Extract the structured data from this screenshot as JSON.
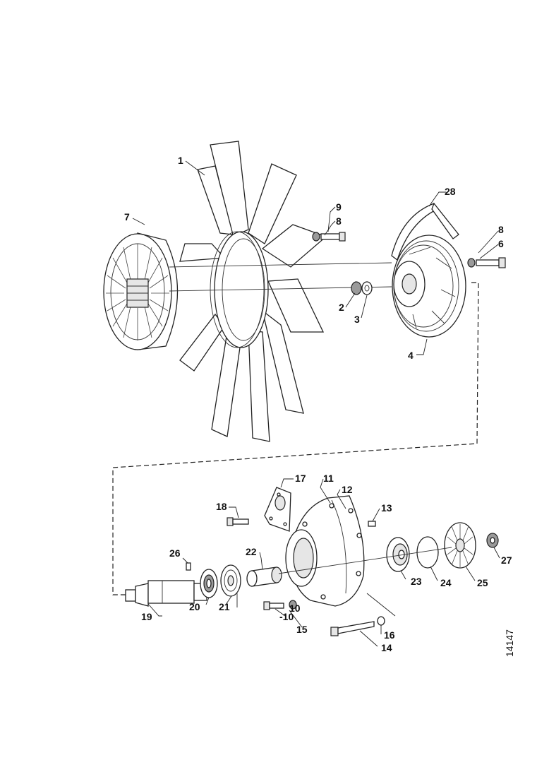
{
  "callouts": {
    "c1": "1",
    "c28": "28",
    "c7": "7",
    "c9": "9",
    "c8a": "8",
    "c8b": "8",
    "c6": "6",
    "c2": "2",
    "c3": "3",
    "c4": "4",
    "c17": "17",
    "c11": "11",
    "c12": "12",
    "c13": "13",
    "c18": "18",
    "c26": "26",
    "c22": "22",
    "c23": "23",
    "c24": "24",
    "c25": "25",
    "c27": "27",
    "c19": "19",
    "c20": "20",
    "c21": "21",
    "c10a": "10",
    "c10b": "-10",
    "c15": "15",
    "c16": "16",
    "c14": "14"
  },
  "figure_number": "14147"
}
